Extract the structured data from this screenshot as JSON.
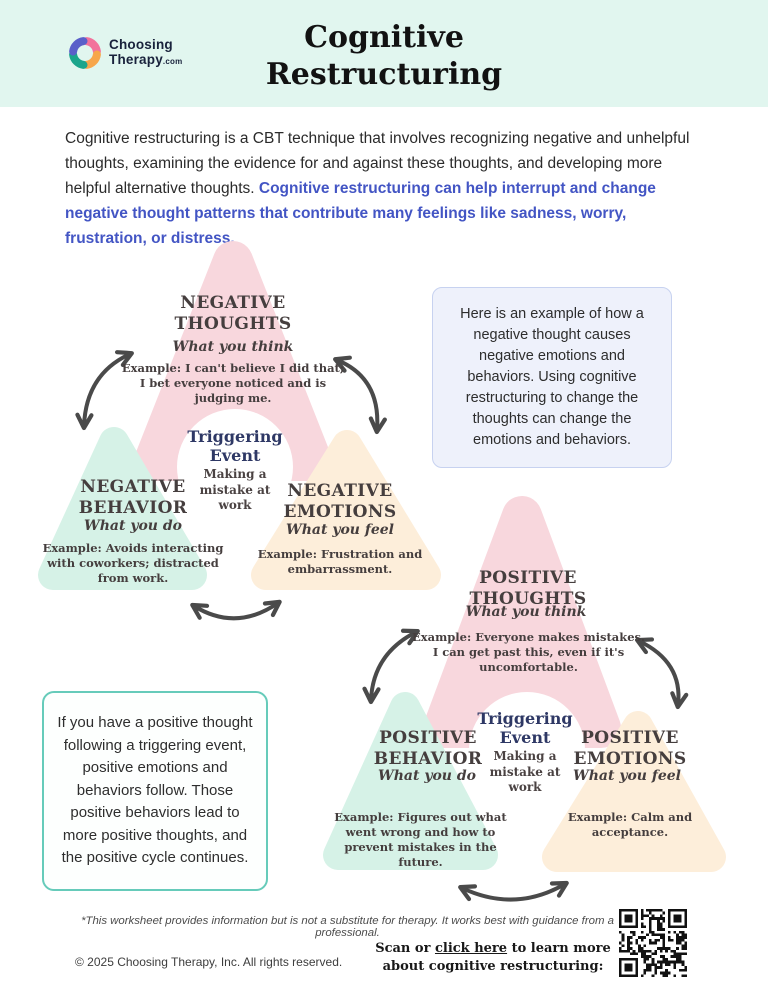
{
  "header": {
    "logo": {
      "line1": "Choosing",
      "line2": "Therapy",
      "tld": ".com"
    },
    "title": "Cognitive Restructuring"
  },
  "intro": {
    "text_black": "Cognitive restructuring is a CBT technique that involves recognizing negative and unhelpful thoughts, examining the evidence for and against these thoughts, and developing more helpful alternative thoughts. ",
    "text_blue": "Cognitive restructuring can help interrupt and change negative thought patterns that contribute many feelings like sadness, worry, frustration, or distress."
  },
  "example_note": "Here is an example of how a negative thought causes negative emotions and behaviors. Using cognitive restructuring to change the thoughts can change the emotions and behaviors.",
  "positive_note": "If you have a positive thought following a triggering event, positive emotions and behaviors follow. Those positive behaviors lead to more positive thoughts, and the positive cycle continues.",
  "negative_cycle": {
    "thoughts": {
      "title": "NEGATIVE THOUGHTS",
      "subtitle": "What you think",
      "example": "Example: I can't believe I did that; I bet everyone noticed and is judging me."
    },
    "trigger": {
      "title": "Triggering Event",
      "description": "Making a mistake at work"
    },
    "behavior": {
      "title": "NEGATIVE BEHAVIOR",
      "subtitle": "What you do",
      "example": "Example:  Avoids interacting with coworkers; distracted from work."
    },
    "emotions": {
      "title": "NEGATIVE EMOTIONS",
      "subtitle": "What you feel",
      "example": "Example: Frustration and embarrassment."
    }
  },
  "positive_cycle": {
    "thoughts": {
      "title": "POSITIVE THOUGHTS",
      "subtitle": "What you think",
      "example": "Example: Everyone makes mistakes. I can get past this, even if it's uncomfortable."
    },
    "trigger": {
      "title": "Triggering Event",
      "description": "Making a mistake at work"
    },
    "behavior": {
      "title": "POSITIVE BEHAVIOR",
      "subtitle": "What you do",
      "example": "Example:  Figures out what went wrong and how to prevent mistakes in the future."
    },
    "emotions": {
      "title": "POSITIVE EMOTIONS",
      "subtitle": "What you feel",
      "example": "Example: Calm and acceptance."
    }
  },
  "footer": {
    "disclaimer": "*This worksheet provides information but is not a substitute for therapy. It works best with guidance from a professional.",
    "copyright": "© 2025 Choosing Therapy, Inc. All rights reserved.",
    "scan_prefix": "Scan or ",
    "scan_link": "click here",
    "scan_suffix": " to learn more about cognitive restructuring:"
  },
  "colors": {
    "mint_strip": "#e1f6ef",
    "pink_triangle": "#f8d7dd",
    "mint_triangle": "#d6f2e7",
    "peach_triangle": "#fdeeda",
    "lavender_box_bg": "#eef1fb",
    "lavender_box_border": "#c7d2f0",
    "green_box_border": "#66cbba",
    "navy_text": "#2e3865",
    "blue_intro_text": "#4355c4",
    "arrow": "#4a4a4a"
  }
}
